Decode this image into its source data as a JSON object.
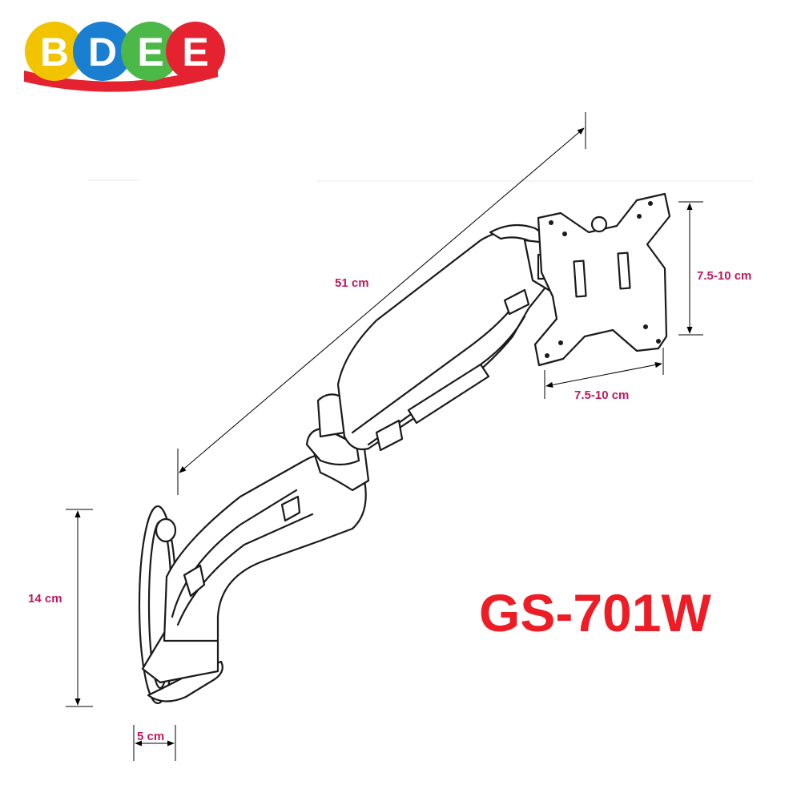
{
  "brand": {
    "letters": [
      {
        "char": "B",
        "color": "#f2c400"
      },
      {
        "char": "D",
        "color": "#1b7fd1"
      },
      {
        "char": "E",
        "color": "#4cb848"
      },
      {
        "char": "E",
        "color": "#e52330"
      }
    ],
    "ribbon_color": "#e52330"
  },
  "model": {
    "name": "GS-701W",
    "color": "#ee1c25"
  },
  "dimensions": {
    "arm_length": "51 cm",
    "vesa_height": "7.5-10 cm",
    "vesa_width": "7.5-10 cm",
    "wall_plate_height": "14 cm",
    "wall_plate_depth": "5 cm",
    "label_color": "#c2185b"
  },
  "icons": [
    "monitor-arm-drawing",
    "vesa-plate-icon"
  ]
}
